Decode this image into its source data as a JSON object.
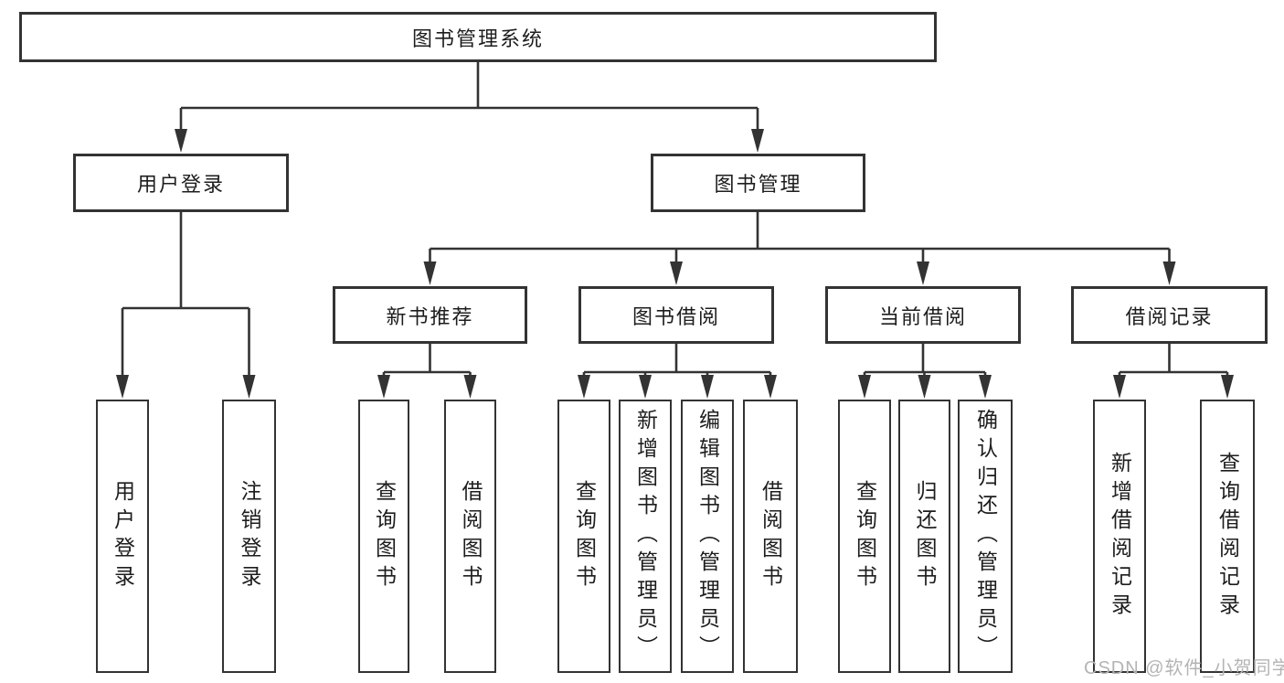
{
  "diagram": {
    "root": "图书管理系统",
    "level1": {
      "user_login": "用户登录",
      "book_management": "图书管理"
    },
    "level2": {
      "new_book_recommend": "新书推荐",
      "book_borrowing": "图书借阅",
      "current_borrowing": "当前借阅",
      "borrowing_records": "借阅记录"
    },
    "leaves": {
      "user_login": "用户登录",
      "logout": "注销登录",
      "recommend_query_books": "查询图书",
      "recommend_borrow_books": "借阅图书",
      "borrowing_query_books": "查询图书",
      "borrowing_add_books_admin": "新增图书（管理员）",
      "borrowing_edit_books_admin": "编辑图书（管理员）",
      "borrowing_borrow_books": "借阅图书",
      "current_query_books": "查询图书",
      "current_return_books": "归还图书",
      "current_confirm_return_admin": "确认归还（管理员）",
      "records_add_record": "新增借阅记录",
      "records_query_record": "查询借阅记录"
    }
  },
  "watermark": {
    "text": "CSDN @软件_小贺同学"
  },
  "colors": {
    "line": "#333333",
    "text": "#1d1d1d",
    "background": "#ffffff",
    "watermark": "#b4b4b4"
  }
}
